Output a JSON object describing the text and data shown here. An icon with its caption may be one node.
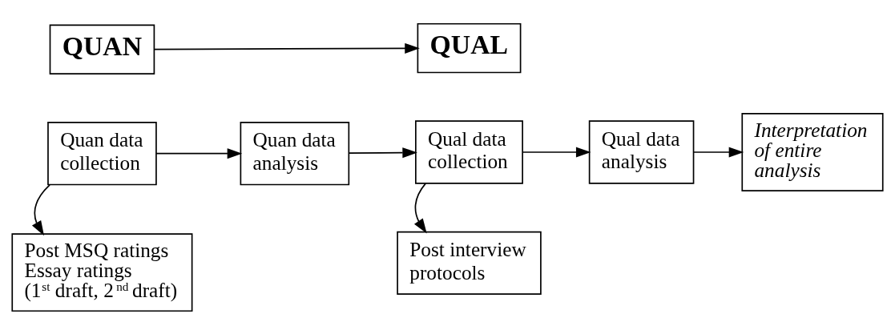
{
  "diagram": {
    "nodes": [
      {
        "text": [
          "QUAN"
        ]
      },
      {
        "text": [
          "QUAL"
        ]
      },
      {
        "text": [
          "Quan data collection"
        ]
      },
      {
        "text": [
          "Quan data analysis"
        ]
      },
      {
        "text": [
          "Qual data collection"
        ]
      },
      {
        "text": [
          "Qual data analysis"
        ]
      },
      {
        "text": [
          "Interpretation of entire analysis"
        ]
      },
      {
        "text": [
          "Post MSQ ratings",
          "Essay ratings",
          "(1$^{st}$ draft, 2$^{nd}$ draft)"
        ]
      },
      {
        "text": [
          "Post interview protocols"
        ]
      }
    ],
    "edges": [
      {
        "from": 0,
        "to": 1,
        "arrow": "to"
      },
      {
        "from": 2,
        "to": 3,
        "arrow": "to"
      },
      {
        "from": 3,
        "to": 4,
        "arrow": "to"
      },
      {
        "from": 4,
        "to": 5,
        "arrow": "to"
      },
      {
        "from": 5,
        "to": 6,
        "arrow": "to"
      },
      {
        "from": 2,
        "to": 7,
        "arrow": "to"
      },
      {
        "from": 4,
        "to": 8,
        "arrow": "to"
      }
    ]
  }
}
